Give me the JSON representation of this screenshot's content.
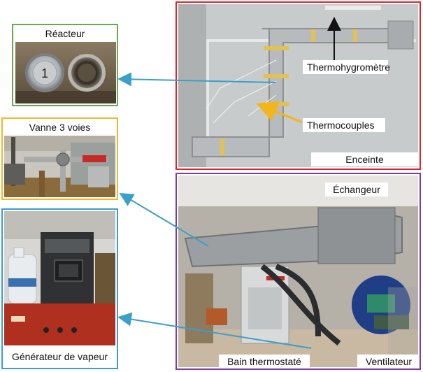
{
  "panels": {
    "reacteur": {
      "title": "Réacteur",
      "border_color": "#6aa84f"
    },
    "vanne": {
      "title": "Vanne 3 voies",
      "border_color": "#f1b82d"
    },
    "generateur": {
      "title": "Générateur de vapeur",
      "border_color": "#3d9ad6"
    },
    "enceinte": {
      "title": "Enceinte",
      "border_color": "#e0242b",
      "callouts": {
        "thermohygrometre": "Thermohygromètre",
        "thermocouples": "Thermocouples"
      }
    },
    "echangeur": {
      "title": "Échangeur",
      "border_color": "#7b3fa0",
      "callouts": {
        "bain": "Bain thermostaté",
        "ventilateur": "Ventilateur"
      }
    }
  },
  "colors": {
    "connector_arrow": "#3aa0c8",
    "thermocouple_arrow": "#f2b61c",
    "hygrometer_arrow": "#111111"
  },
  "icons": {
    "connector_arrowhead": "arrowhead-icon",
    "reactor_part": "reactor-lid-icon"
  },
  "reactor_lid_text": "1"
}
